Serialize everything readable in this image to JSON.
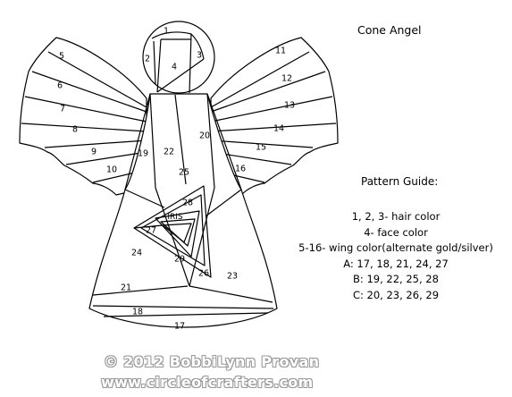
{
  "title": "Cone Angel",
  "diagram": {
    "section_numbers": [
      "1",
      "2",
      "3",
      "4",
      "5",
      "6",
      "7",
      "8",
      "9",
      "10",
      "11",
      "12",
      "13",
      "14",
      "15",
      "16",
      "17",
      "18",
      "19",
      "20",
      "21",
      "22",
      "23",
      "24",
      "25",
      "26",
      "27",
      "28",
      "29"
    ],
    "center_label": "IRIS"
  },
  "guide": {
    "heading": "Pattern Guide:",
    "lines": [
      "1, 2, 3- hair color",
      "4- face color",
      "5-16- wing color(alternate gold/silver)",
      "A: 17, 18, 21, 24, 27",
      "B: 19, 22, 25, 28",
      "C: 20, 23, 26, 29"
    ]
  },
  "footer": {
    "copyright": "© 2012 BobbiLynn Provan",
    "website": "www.circleofcrafters.com"
  }
}
